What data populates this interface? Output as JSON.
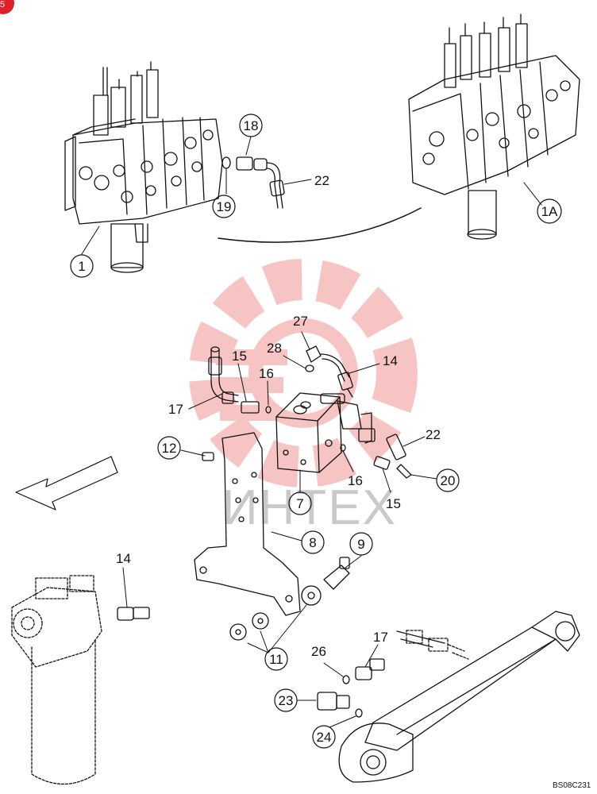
{
  "corner_badge": "5",
  "drawing_code": "BS08C231",
  "watermark": "ИНТЕХ",
  "callouts": {
    "c1": "1",
    "c1A": "1A",
    "c18": "18",
    "c19": "19",
    "c22a": "22",
    "c27": "27",
    "c28": "28",
    "c15a": "15",
    "c16a": "16",
    "c14a": "14",
    "c17a": "17",
    "c12": "12",
    "c22b": "22",
    "c20": "20",
    "c16b": "16",
    "c7": "7",
    "c15b": "15",
    "c8": "8",
    "c9": "9",
    "c14b": "14",
    "c11": "11",
    "c17b": "17",
    "c26": "26",
    "c23": "23",
    "c24": "24"
  },
  "colors": {
    "line": "#111111",
    "watermark_red": "#f08a8a",
    "badge": "#e0202a"
  }
}
